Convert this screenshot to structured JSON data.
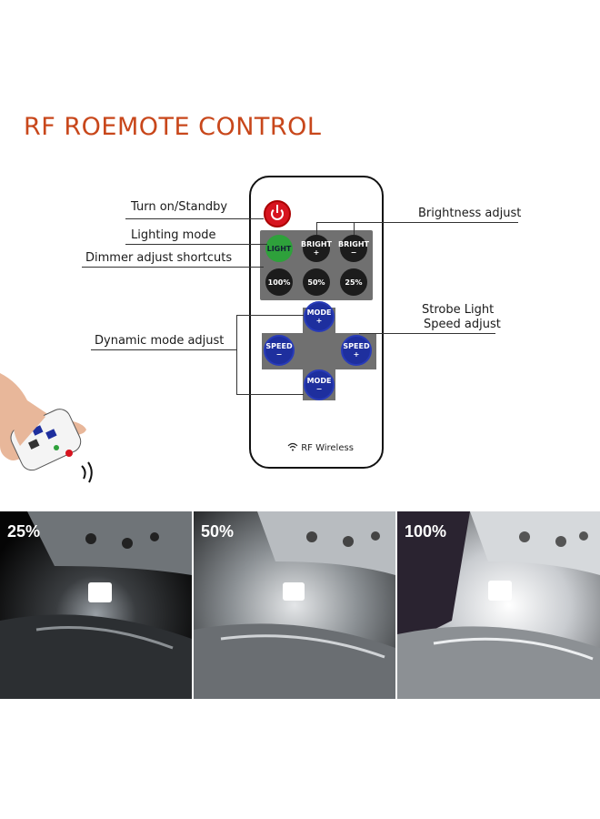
{
  "title": "RF ROEMOTE CONTROL",
  "labels": {
    "turn_on": "Turn on/Standby",
    "lighting_mode": "Lighting mode",
    "dimmer": "Dimmer adjust shortcuts",
    "brightness": "Brightness adjust",
    "strobe_line1": "Strobe Light",
    "strobe_line2": "Speed adjust",
    "dynamic": "Dynamic mode adjust"
  },
  "remote": {
    "light": "LIGHT",
    "bright_plus": [
      "BRIGHT",
      "+"
    ],
    "bright_minus": [
      "BRIGHT",
      "−"
    ],
    "p100": "100%",
    "p50": "50%",
    "p25": "25%",
    "mode_plus": [
      "MODE",
      "+"
    ],
    "mode_minus": [
      "MODE",
      "−"
    ],
    "speed_minus": [
      "SPEED",
      "−"
    ],
    "speed_plus": [
      "SPEED",
      "+"
    ],
    "brand": "RF Wireless"
  },
  "photos": [
    {
      "label": "25%",
      "level": 25
    },
    {
      "label": "50%",
      "level": 50
    },
    {
      "label": "100%",
      "level": 100
    }
  ],
  "colors": {
    "title": "#c8471b",
    "panel": "#707070",
    "blue_button": "#1e2f9e",
    "power": "#d7141f",
    "light": "#2ea13b"
  },
  "icons": [
    "power-icon",
    "wireless-icon",
    "hand-holding-remote-icon"
  ]
}
